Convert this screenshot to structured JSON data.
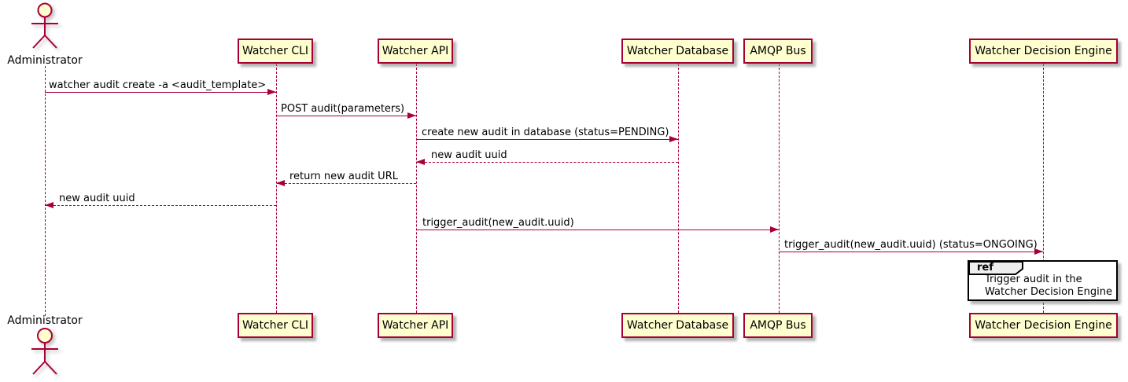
{
  "diagram_type": "sequence",
  "participants": [
    {
      "label": "Administrator",
      "kind": "actor"
    },
    {
      "label": "Watcher CLI",
      "kind": "participant"
    },
    {
      "label": "Watcher API",
      "kind": "participant"
    },
    {
      "label": "Watcher Database",
      "kind": "participant"
    },
    {
      "label": "AMQP Bus",
      "kind": "participant"
    },
    {
      "label": "Watcher Decision Engine",
      "kind": "participant"
    }
  ],
  "messages": [
    {
      "from": "Administrator",
      "to": "Watcher CLI",
      "label": "watcher audit create -a <audit_template>",
      "line": "solid",
      "direction": "right"
    },
    {
      "from": "Watcher CLI",
      "to": "Watcher API",
      "label": "POST audit(parameters)",
      "line": "solid",
      "direction": "right"
    },
    {
      "from": "Watcher API",
      "to": "Watcher Database",
      "label": "create new audit in database (status=PENDING)",
      "line": "solid",
      "direction": "right"
    },
    {
      "from": "Watcher Database",
      "to": "Watcher API",
      "label": "new audit uuid",
      "line": "dashed",
      "direction": "left"
    },
    {
      "from": "Watcher API",
      "to": "Watcher CLI",
      "label": "return new audit URL",
      "line": "dashed",
      "direction": "left"
    },
    {
      "from": "Watcher CLI",
      "to": "Administrator",
      "label": "new audit uuid",
      "line": "dashed",
      "direction": "left"
    },
    {
      "from": "Watcher API",
      "to": "AMQP Bus",
      "label": "trigger_audit(new_audit.uuid)",
      "line": "solid",
      "direction": "right"
    },
    {
      "from": "AMQP Bus",
      "to": "Watcher Decision Engine",
      "label": "trigger_audit(new_audit.uuid) (status=ONGOING)",
      "line": "solid",
      "direction": "right"
    }
  ],
  "ref_fragment": {
    "keyword": "ref",
    "line1": "Trigger audit in the",
    "line2": "Watcher Decision Engine"
  },
  "colors": {
    "stroke": "#a80036",
    "participant_fill": "#fefece",
    "text": "#000000",
    "ref_border": "#000000",
    "ref_tab_fill": "#eeeeee",
    "background": "#ffffff"
  }
}
